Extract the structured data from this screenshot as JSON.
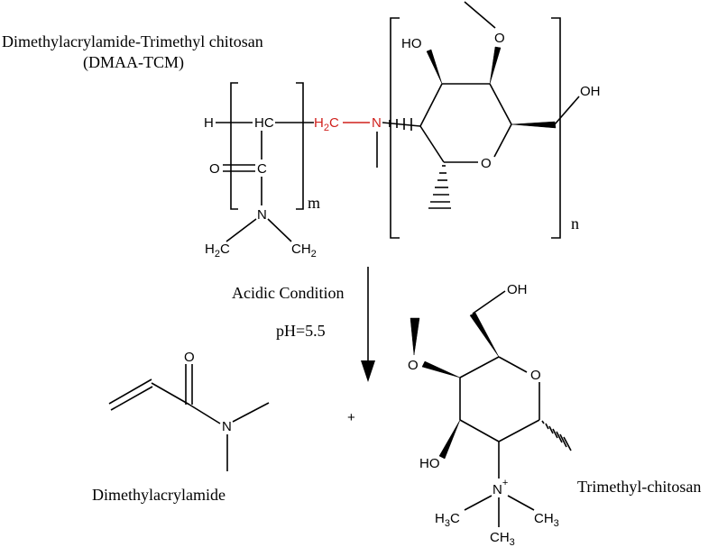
{
  "labels": {
    "polymer_name_line1": "Dimethylacrylamide-Trimethyl chitosan",
    "polymer_name_line2": "(DMAA-TCM)",
    "condition": "Acidic Condition",
    "ph": "pH=5.5",
    "plus": "+",
    "product1": "Dimethylacrylamide",
    "product2": "Trimethyl-chitosan",
    "repeat_m": "m",
    "repeat_n": "n"
  },
  "atoms": {
    "H": "H",
    "HC": "HC",
    "C": "C",
    "O": "O",
    "N": "N",
    "H2C_H": "H",
    "H2C_2": "2",
    "H2C_C": "C",
    "CH2_C": "CH",
    "CH2_2": "2",
    "HO": "HO",
    "OH": "OH",
    "plus_charge": "+",
    "H3C_H": "H",
    "H3C_3": "3",
    "H3C_C": "C",
    "CH3_C": "CH",
    "CH3_3": "3"
  },
  "colors": {
    "highlight": "#d0201c",
    "ink": "#000000"
  }
}
